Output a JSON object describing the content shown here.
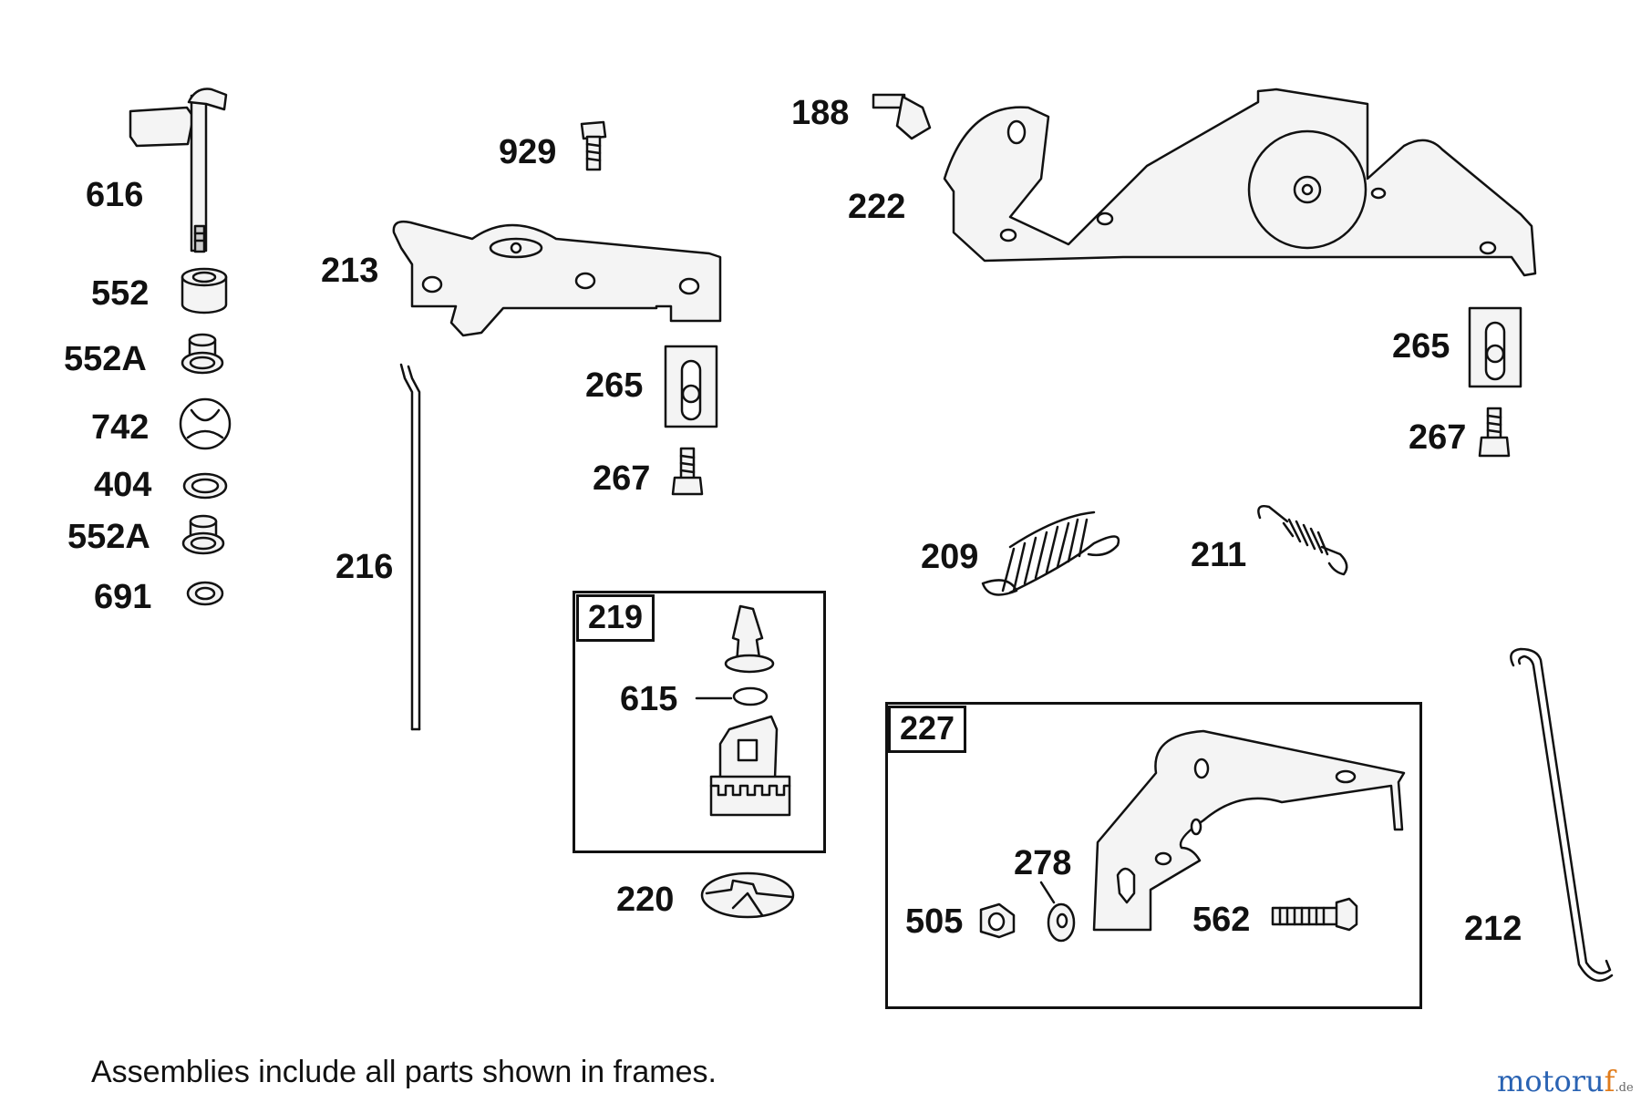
{
  "labels": {
    "p616": "616",
    "p552": "552",
    "p552a_1": "552A",
    "p742": "742",
    "p404": "404",
    "p552a_2": "552A",
    "p691": "691",
    "p929": "929",
    "p213": "213",
    "p216": "216",
    "p265_left": "265",
    "p267_left": "267",
    "p188": "188",
    "p222": "222",
    "p265_right": "265",
    "p267_right": "267",
    "p209": "209",
    "p211": "211",
    "p219": "219",
    "p615": "615",
    "p220": "220",
    "p227": "227",
    "p278": "278",
    "p505": "505",
    "p562": "562",
    "p212": "212"
  },
  "footer": "Assemblies include all parts shown in frames.",
  "brand": {
    "main": "motoru",
    "accent": "f",
    "tld": ".de"
  },
  "colors": {
    "line": "#111111",
    "fill": "#f4f4f4",
    "brand": "#2a63b3"
  }
}
